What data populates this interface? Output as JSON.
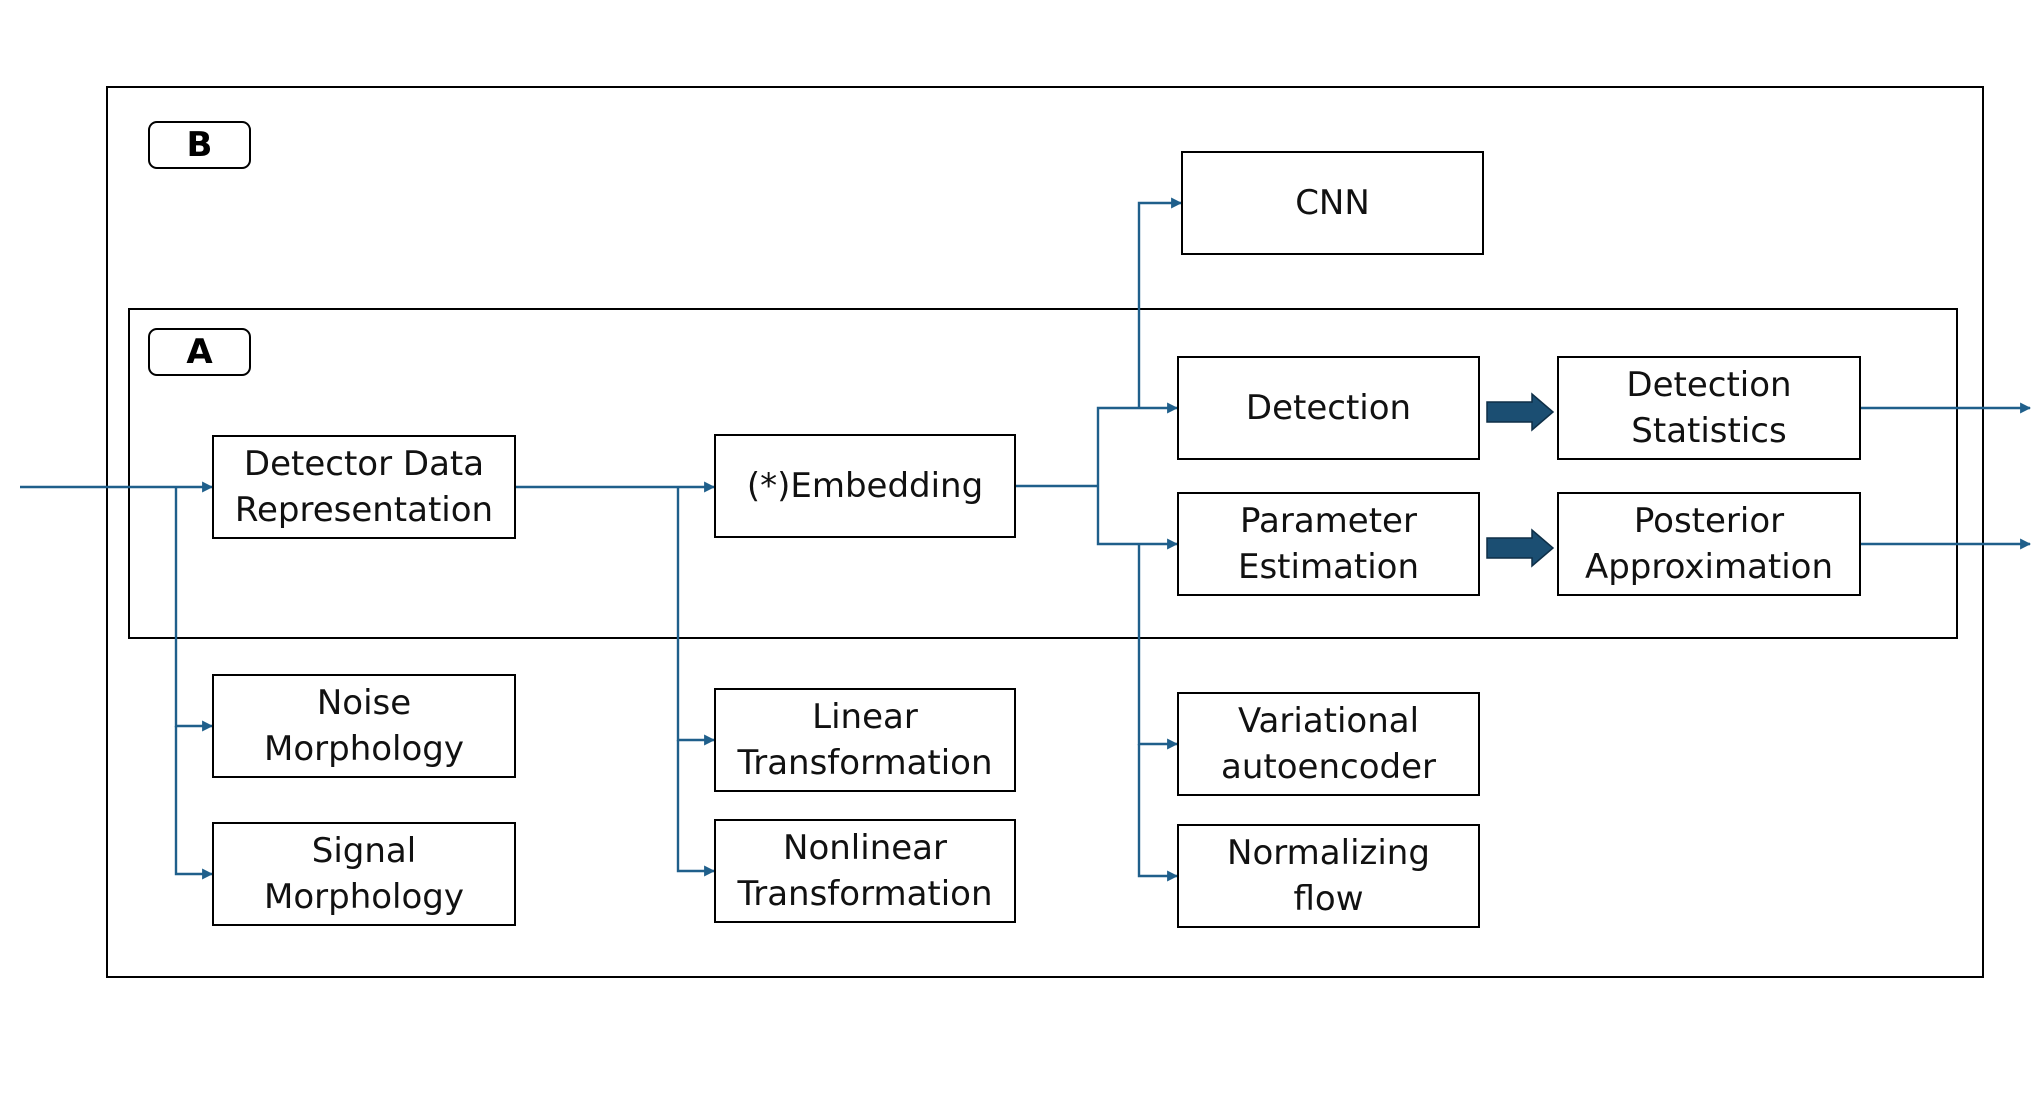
{
  "panels": {
    "outer_label": "B",
    "inner_label": "A"
  },
  "nodes": {
    "detector": [
      "Detector Data",
      "Representation"
    ],
    "noise": [
      "Noise",
      "Morphology"
    ],
    "signal": [
      "Signal",
      "Morphology"
    ],
    "embedding": [
      "(*)Embedding"
    ],
    "linear": [
      "Linear",
      "Transformation"
    ],
    "nonlinear": [
      "Nonlinear",
      "Transformation"
    ],
    "cnn": [
      "CNN"
    ],
    "detection": [
      "Detection"
    ],
    "param": [
      "Parameter",
      "Estimation"
    ],
    "vae": [
      "Variational",
      "autoencoder"
    ],
    "flow": [
      "Normalizing",
      "flow"
    ],
    "detstats": [
      "Detection",
      "Statistics"
    ],
    "posterior": [
      "Posterior",
      "Approximation"
    ]
  },
  "colors": {
    "connector": "#1f5f8b",
    "block_arrow": "#1b4e72",
    "border": "#000000"
  }
}
